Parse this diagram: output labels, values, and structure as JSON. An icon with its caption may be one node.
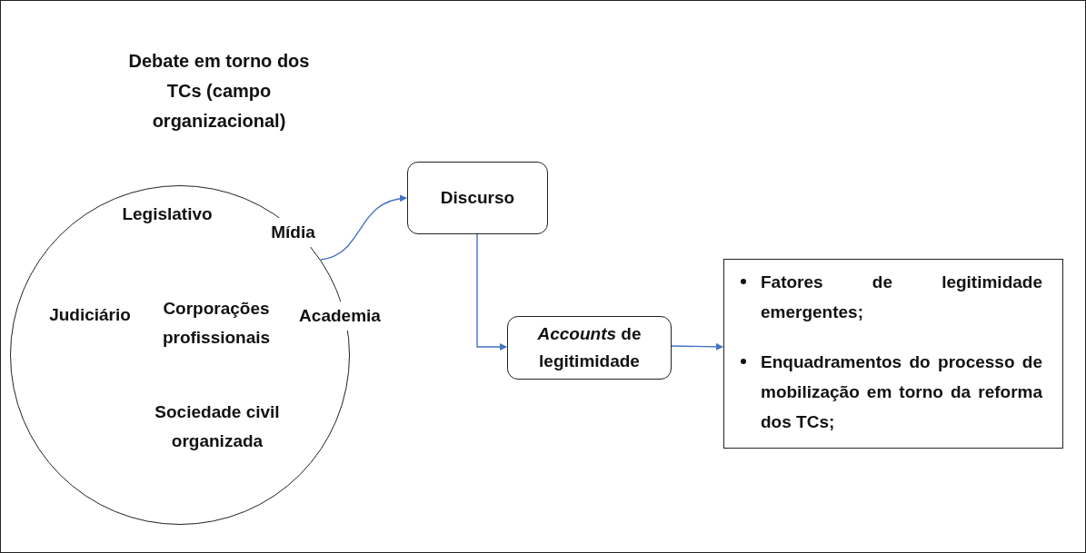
{
  "diagram": {
    "nodes": [
      {
        "text": [
          "Debate em torno dos TCs (campo organizacional)",
          "Legislativo",
          "Judiciário",
          "Corporações profissionais",
          "Academia",
          "Sociedade civil organizada"
        ]
      },
      {
        "text": [
          "Mídia"
        ],
        "in": 0
      },
      {
        "text": [
          "Discurso"
        ]
      },
      {
        "text": [
          "*Accounts* de legitimidade"
        ]
      },
      {
        "text": [
          "Fatores de legitimidade emergentes;",
          "Enquadramentos do processo de mobilização em torno da reforma dos TCs;"
        ]
      }
    ],
    "edges": [
      {
        "from": 1,
        "to": 2,
        "arrow": "to"
      },
      {
        "from": 2,
        "to": 3,
        "arrow": "to"
      },
      {
        "from": 3,
        "to": 4,
        "arrow": "to"
      }
    ]
  }
}
